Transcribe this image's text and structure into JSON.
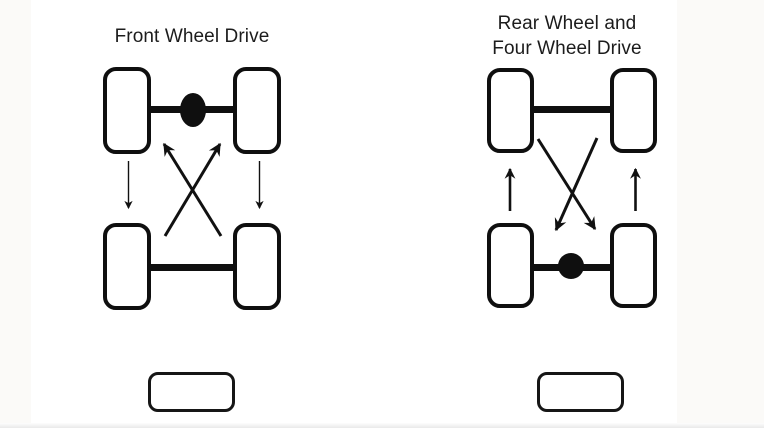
{
  "canvas": {
    "background": "#ffffff",
    "ink": "#111111"
  },
  "diagrams": [
    {
      "title": "Front Wheel Drive",
      "differential_location": "front axle",
      "rotation_arrows": {
        "outer_side_arrows": "down (front tires move straight back)",
        "cross_arrows": "up (rear tires cross to front)"
      }
    },
    {
      "title": "Rear Wheel and Four Wheel Drive",
      "title_line1": "Rear Wheel and",
      "title_line2": "Four Wheel Drive",
      "differential_location": "rear axle",
      "rotation_arrows": {
        "outer_side_arrows": "up (rear tires move straight forward)",
        "cross_arrows": "down (front tires cross to rear)"
      }
    }
  ]
}
